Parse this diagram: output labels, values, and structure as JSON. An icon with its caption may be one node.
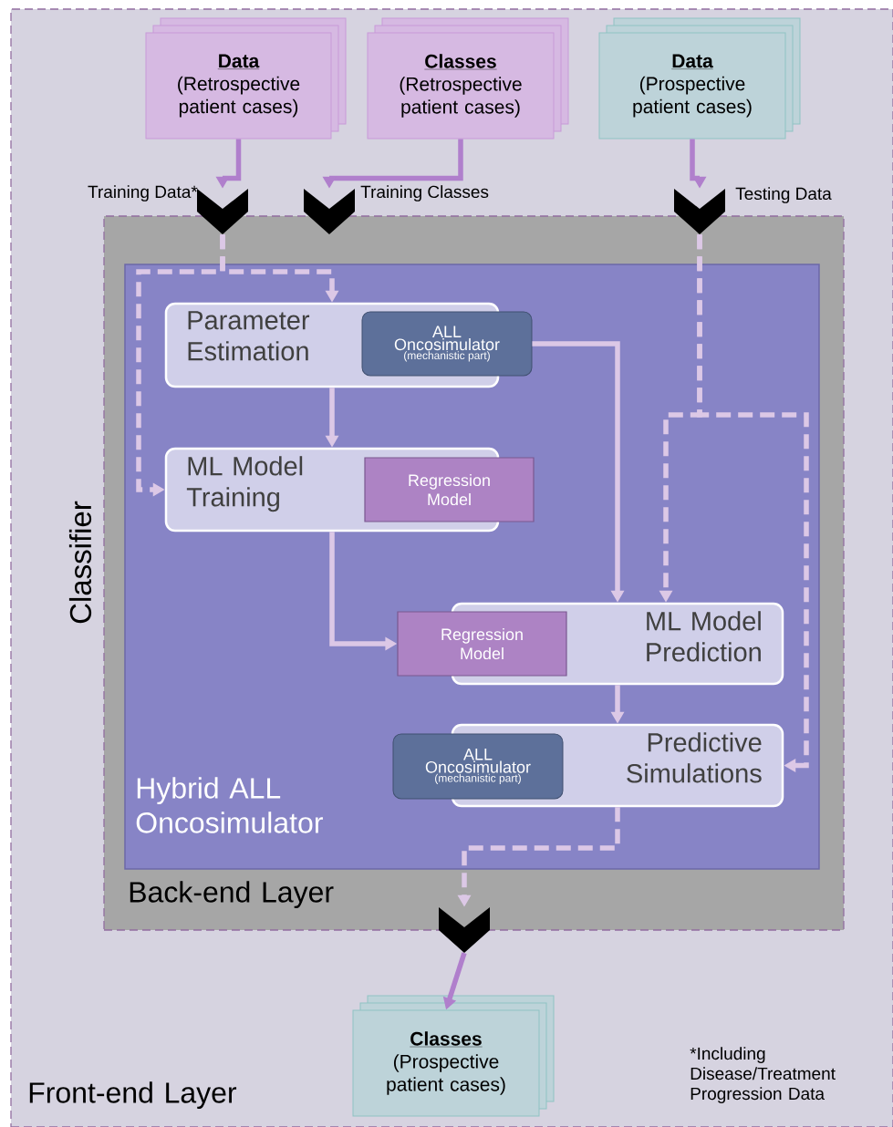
{
  "diagram": {
    "nodes": [
      {
        "text": [
          "Front-end Layer"
        ]
      },
      {
        "text": [
          "Back-end Layer"
        ],
        "in": 0
      },
      {
        "text": [
          "Hybrid ALL Oncosimulator"
        ],
        "in": 1
      },
      {
        "text": [
          "Data",
          "(Retrospective patient cases)"
        ],
        "in": 0
      },
      {
        "text": [
          "Classes",
          "(Retrospective patient cases)"
        ],
        "in": 0
      },
      {
        "text": [
          "Data",
          "(Prospective patient cases)"
        ],
        "in": 0
      },
      {
        "text": [],
        "shape": "chevron",
        "beside": [
          "Training Data*"
        ],
        "in": 0
      },
      {
        "text": [],
        "shape": "chevron",
        "beside": [
          "Training Classes"
        ],
        "in": 0
      },
      {
        "text": [],
        "shape": "chevron",
        "beside": [
          "Testing Data"
        ],
        "in": 0
      },
      {
        "text": [
          "Parameter Estimation"
        ],
        "in": 2
      },
      {
        "text": [
          "ALL Oncosimulator",
          "(mechanistic part)"
        ],
        "in": 2
      },
      {
        "text": [
          "ML Model Training"
        ],
        "in": 2
      },
      {
        "text": [
          "Regression Model"
        ],
        "in": 2
      },
      {
        "text": [
          "Regression Model"
        ],
        "in": 2
      },
      {
        "text": [
          "ML Model Prediction"
        ],
        "in": 2
      },
      {
        "text": [
          "ALL Oncosimulator",
          "(mechanistic part)"
        ],
        "in": 2
      },
      {
        "text": [
          "Predictive Simulations"
        ],
        "in": 2
      },
      {
        "text": [],
        "shape": "chevron",
        "in": 0
      },
      {
        "text": [
          "Classes",
          "(Prospective patient cases)"
        ],
        "in": 0
      }
    ],
    "edges": [
      {
        "from": 3,
        "to": 6,
        "arrow": "to",
        "color": "#b07fcc"
      },
      {
        "from": 4,
        "to": 7,
        "arrow": "to",
        "color": "#b07fcc"
      },
      {
        "from": 5,
        "to": 8,
        "arrow": "to",
        "color": "#b07fcc"
      },
      {
        "from": 6,
        "to": 9,
        "arrow": "to",
        "style": "dashed"
      },
      {
        "from": 6,
        "to": 11,
        "arrow": "to",
        "style": "dashed"
      },
      {
        "from": 9,
        "to": 11,
        "arrow": "to"
      },
      {
        "from": 10,
        "to": 14,
        "arrow": "to"
      },
      {
        "from": 11,
        "to": 13,
        "arrow": "to"
      },
      {
        "from": 8,
        "to": 14,
        "arrow": "to",
        "style": "dashed"
      },
      {
        "from": 8,
        "to": 16,
        "arrow": "to",
        "style": "dashed"
      },
      {
        "from": 14,
        "to": 16,
        "arrow": "to"
      },
      {
        "from": 16,
        "to": 17,
        "arrow": "to",
        "style": "dashed"
      },
      {
        "from": 17,
        "to": 18,
        "arrow": "to",
        "color": "#b07fcc"
      }
    ],
    "labels": [
      "Classifier",
      "*Including Disease/Treatment Progression Data"
    ]
  }
}
